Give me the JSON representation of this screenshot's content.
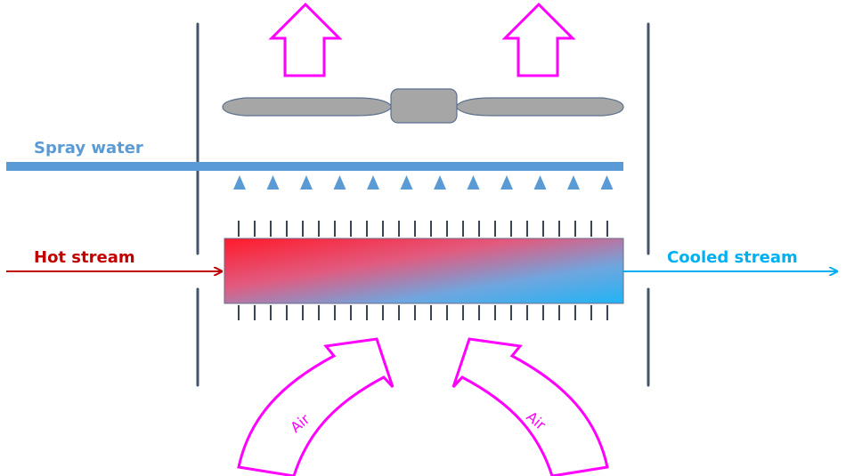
{
  "labels": {
    "spray_water": "Spray water",
    "hot_stream": "Hot stream",
    "cooled_stream": "Cooled stream",
    "air_left": "Air",
    "air_right": "Air"
  },
  "colors": {
    "wall": "#44546a",
    "spray": "#5b9bd5",
    "hot": "#c00000",
    "cooled": "#00b0f0",
    "air_arrow": "#ff00ff",
    "fan": "#a6a6a6",
    "fan_edge": "#5b6f8f",
    "fin": "#3a4454",
    "exchanger_hot": "#ff1a2a",
    "exchanger_cold": "#20b4f4"
  },
  "icons": {
    "fan": "fan-icon",
    "nozzle": "spray-nozzle-icon",
    "exhaust_arrow": "exhaust-arrow-icon",
    "air_inlet_arrow": "air-inlet-arrow-icon"
  }
}
